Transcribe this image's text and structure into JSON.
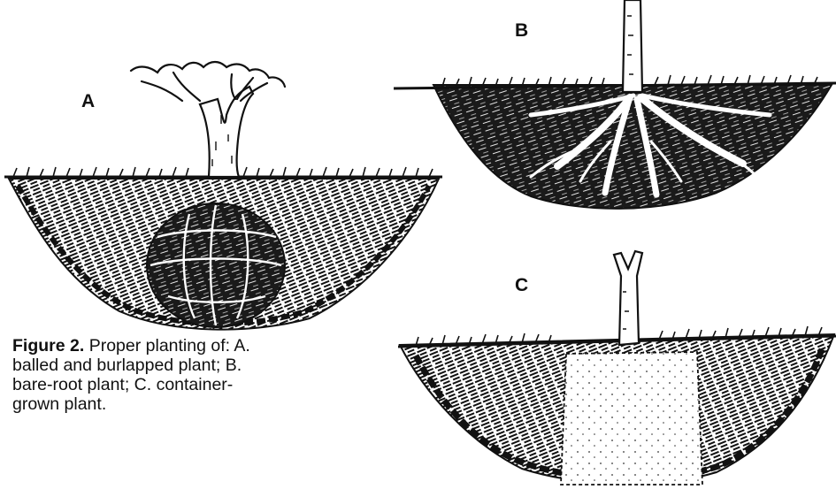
{
  "panels": [
    {
      "label": "A",
      "type": "balled-and-burlapped"
    },
    {
      "label": "B",
      "type": "bare-root"
    },
    {
      "label": "C",
      "type": "container-grown"
    }
  ],
  "caption": {
    "figure_number": "Figure 2.",
    "text": " Proper planting of: A. balled and burlapped plant; B. bare-root plant; C. container-grown plant."
  },
  "colors": {
    "ink": "#111111",
    "paper": "#ffffff"
  }
}
